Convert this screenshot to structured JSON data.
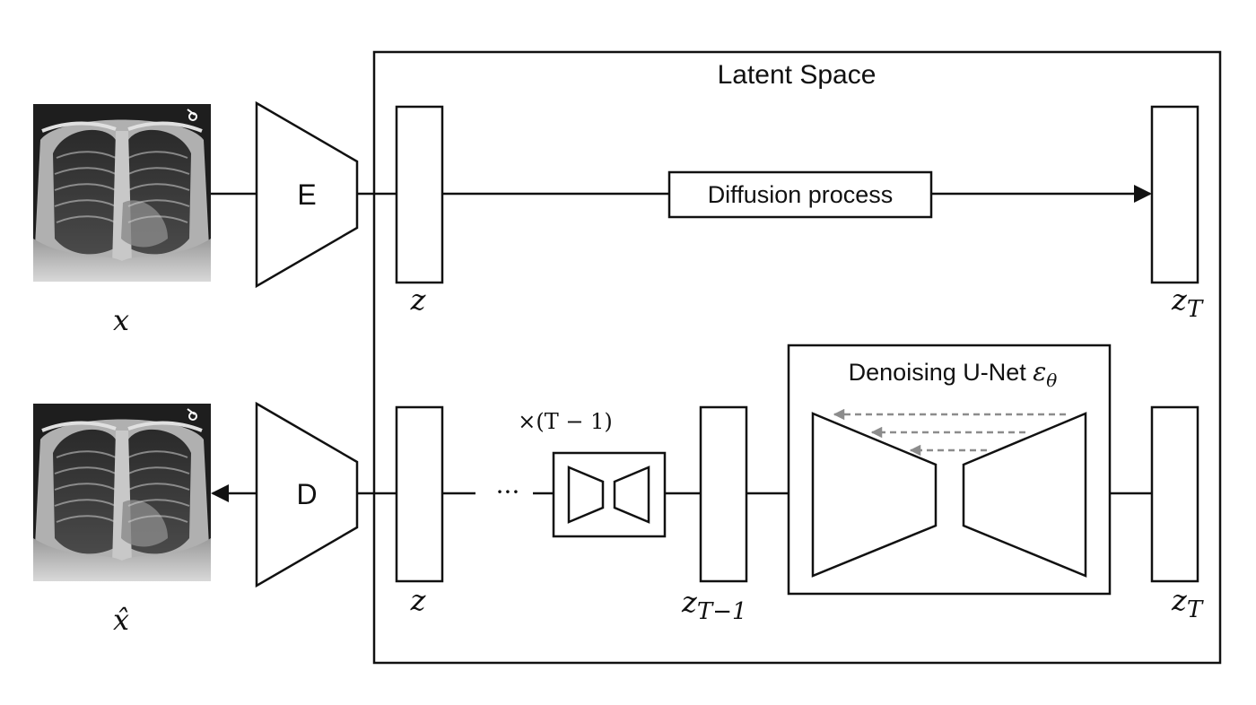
{
  "latent_space": {
    "title": "Latent Space"
  },
  "encoder": {
    "label": "E"
  },
  "decoder": {
    "label": "D"
  },
  "diffusion": {
    "label": "Diffusion process"
  },
  "unet": {
    "title": "Denoising U-Net",
    "symbol": "ε",
    "symbol_sub": "θ"
  },
  "repeat": {
    "label": "×(T − 1)"
  },
  "ellipsis": "···",
  "labels": {
    "x": "x",
    "x_hat": "x̂",
    "z_top": "z",
    "z_bottom": "z",
    "zT_top_main": "z",
    "zT_top_sub": "T",
    "zT_bottom_main": "z",
    "zT_bottom_sub": "T",
    "zTm1_main": "z",
    "zTm1_sub": "T−1"
  },
  "colors": {
    "line": "#111111",
    "skip_arrow": "#8c8c8c",
    "background": "#ffffff"
  }
}
